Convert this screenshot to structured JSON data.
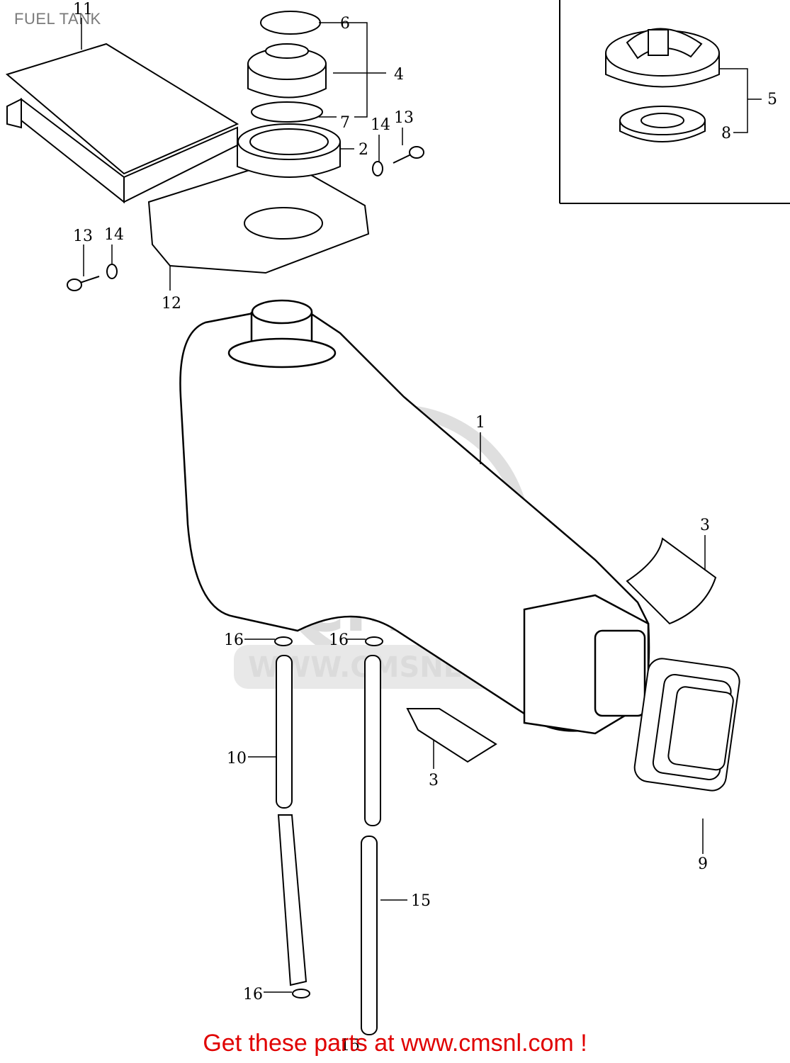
{
  "title": "FUEL TANK",
  "footer": "Get these parts at www.cmsnl.com !",
  "watermark": {
    "logo": "CMS",
    "url": "WWW.CMSNL.COM"
  },
  "callouts": {
    "c1": "1",
    "c2": "2",
    "c3a": "3",
    "c3b": "3",
    "c4": "4",
    "c5": "5",
    "c6": "6",
    "c7": "7",
    "c8": "8",
    "c9": "9",
    "c10": "10",
    "c11": "11",
    "c12": "12",
    "c13a": "13",
    "c13b": "13",
    "c14a": "14",
    "c14b": "14",
    "c15a": "15",
    "c15b": "15",
    "c16a": "16",
    "c16b": "16",
    "c16c": "16"
  },
  "colors": {
    "footer": "#e00000",
    "title": "#7a7a7a",
    "line": "#000000",
    "watermark": "#d8d8d8"
  }
}
